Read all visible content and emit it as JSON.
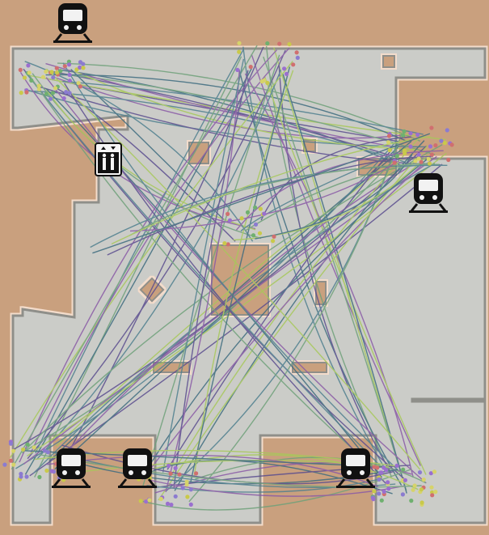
{
  "colors": {
    "background": "#c9a07e",
    "floor": "#cbccc8",
    "wall_outline": "#f1d9c6",
    "wall_shadow": "#7f7f7b",
    "icon": "#111111",
    "trajectory": [
      "#5b4d8f",
      "#4f7f8f",
      "#6fa07a",
      "#8a5aa6",
      "#a7c85a",
      "#3e6b7f"
    ]
  },
  "icons": [
    {
      "name": "train-icon-top-left",
      "symbol": "train"
    },
    {
      "name": "train-icon-right",
      "symbol": "train"
    },
    {
      "name": "train-icon-bottom-left-1",
      "symbol": "train"
    },
    {
      "name": "train-icon-bottom-left-2",
      "symbol": "train"
    },
    {
      "name": "train-icon-bottom-right",
      "symbol": "train"
    },
    {
      "name": "elevator-icon",
      "symbol": "elevator"
    }
  ]
}
